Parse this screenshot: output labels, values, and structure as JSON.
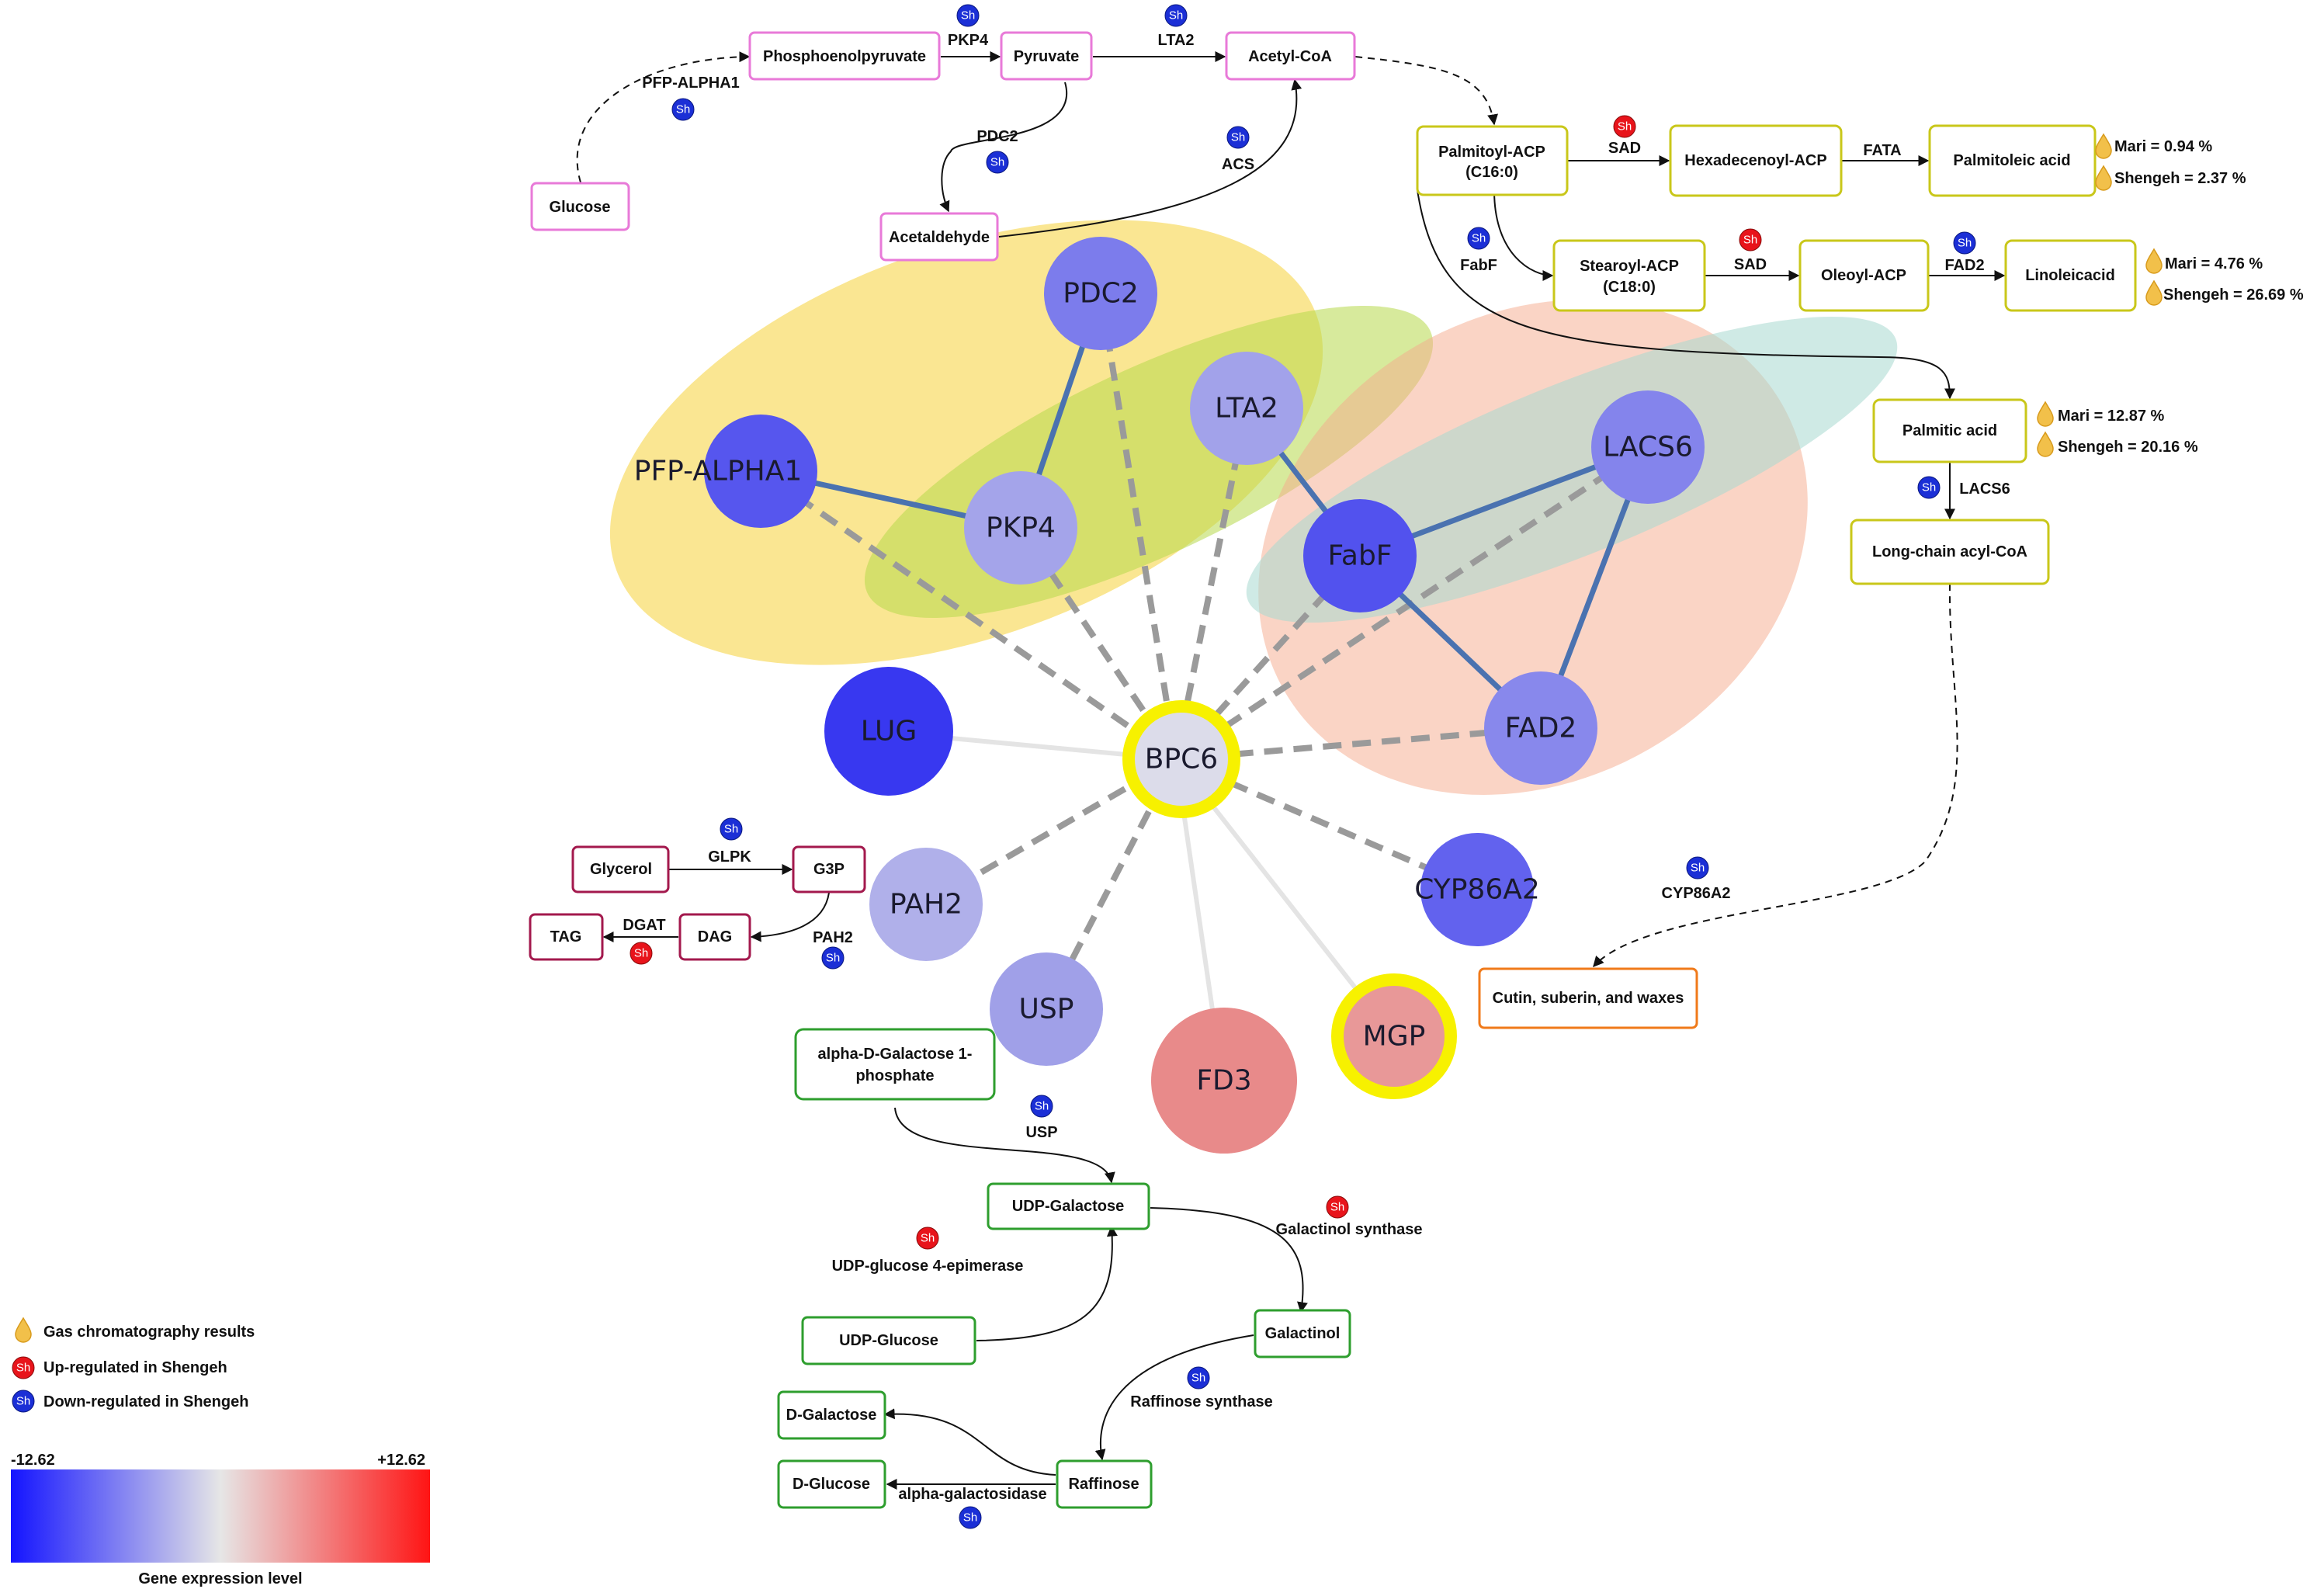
{
  "metabolites": {
    "glucose": "Glucose",
    "pep": "Phosphoenolpyruvate",
    "pyruvate": "Pyruvate",
    "acetyl_coa": "Acetyl-CoA",
    "acetaldehyde": "Acetaldehyde",
    "palmitoyl_acp_1": "Palmitoyl-ACP",
    "palmitoyl_acp_2": "(C16:0)",
    "hexadecenoyl_acp": "Hexadecenoyl-ACP",
    "palmitoleic_acid": "Palmitoleic acid",
    "stearoyl_acp_1": "Stearoyl-ACP",
    "stearoyl_acp_2": "(C18:0)",
    "oleoyl_acp": "Oleoyl-ACP",
    "linoleic_acid": "Linoleicacid",
    "palmitic_acid": "Palmitic acid",
    "long_chain": "Long-chain acyl-CoA",
    "cutin": "Cutin, suberin, and waxes",
    "glycerol": "Glycerol",
    "g3p": "G3P",
    "tag": "TAG",
    "dag": "DAG",
    "agal1p_1": "alpha-D-Galactose 1-",
    "agal1p_2": "phosphate",
    "udp_galactose": "UDP-Galactose",
    "udp_glucose": "UDP-Glucose",
    "galactinol": "Galactinol",
    "d_galactose": "D-Galactose",
    "d_glucose": "D-Glucose",
    "raffinose": "Raffinose"
  },
  "enzymes": {
    "pfp_alpha1": "PFP-ALPHA1",
    "pkp4": "PKP4",
    "lta2": "LTA2",
    "pdc2": "PDC2",
    "acs": "ACS",
    "sad_1": "SAD",
    "fata": "FATA",
    "fabf": "FabF",
    "sad_2": "SAD",
    "fad2": "FAD2",
    "lacs6": "LACS6",
    "cyp86a2": "CYP86A2",
    "glpk": "GLPK",
    "dgat": "DGAT",
    "pah2": "PAH2",
    "usp": "USP",
    "galactinol_synthase": "Galactinol synthase",
    "udp_glc_epimerase": "UDP-glucose 4-epimerase",
    "raffinose_synthase": "Raffinose synthase",
    "alpha_galactosidase": "alpha-galactosidase"
  },
  "badge_text": "Sh",
  "gc_results": {
    "palmitoleic_mari": "Mari = 0.94 %",
    "palmitoleic_shengeh": "Shengeh = 2.37 %",
    "linoleic_mari": "Mari = 4.76 %",
    "linoleic_shengeh": "Shengeh = 26.69 %",
    "palmitic_mari": "Mari = 12.87 %",
    "palmitic_shengeh": "Shengeh = 20.16 %"
  },
  "network_nodes": {
    "pdc2": "PDC2",
    "lta2": "LTA2",
    "pfp_alpha1": "PFP-ALPHA1",
    "pkp4": "PKP4",
    "lacs6": "LACS6",
    "fabf": "FabF",
    "lug": "LUG",
    "bpc6": "BPC6",
    "fad2": "FAD2",
    "pah2": "PAH2",
    "cyp86a2": "CYP86A2",
    "usp": "USP",
    "fd3": "FD3",
    "mgp": "MGP"
  },
  "legend": {
    "gc": "Gas chromatography results",
    "up": "Up-regulated in Shengeh",
    "down": "Down-regulated in Shengeh",
    "min": "-12.62",
    "max": "+12.62",
    "title": "Gene expression level"
  },
  "colors": {
    "up_badge": "#e8141b",
    "down_badge": "#1b2fd6",
    "glycolysis_box": "#e87ad8",
    "lipid_box": "#c9c71a",
    "tag_box": "#a3194d",
    "sugar_box": "#2e9e2e",
    "cutin_box": "#f07a1a",
    "module_yellow": "#f7d64a",
    "module_green": "#b6d84a",
    "module_salmon": "#f5a98c",
    "module_teal": "#a8d8d0",
    "hub_ring": "#f7f100"
  }
}
